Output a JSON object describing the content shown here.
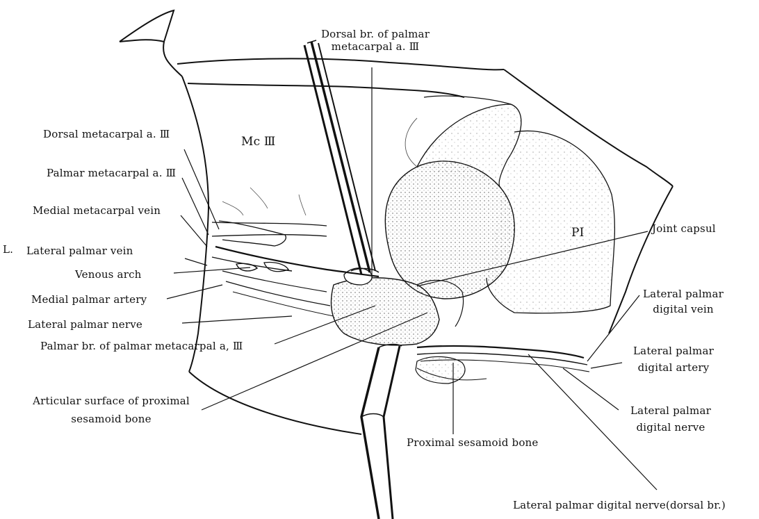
{
  "labels": {
    "dorsal_br_palmar_metacarpal_1": "Dorsal br. of palmar",
    "dorsal_br_palmar_metacarpal_2": "metacarpal a. Ⅲ",
    "mc3": "Mc Ⅲ",
    "p1": "PI",
    "dorsal_metacarpal": "Dorsal metacarpal a. Ⅲ",
    "palmar_metacarpal": "Palmar metacarpal a. Ⅲ",
    "medial_metacarpal_vein": "Medial metacarpal vein",
    "l_marker": "L.",
    "lateral_palmar_vein": "Lateral palmar vein",
    "venous_arch": "Venous arch",
    "medial_palmar_artery": "Medial palmar artery",
    "lateral_palmar_nerve": "Lateral palmar nerve",
    "palmar_br_palmar_metacarpal": "Palmar br. of palmar metacarpal a, Ⅲ",
    "articular_surface_1": "Articular surface of proximal",
    "articular_surface_2": "sesamoid bone",
    "proximal_sesamoid": "Proximal sesamoid bone",
    "joint_capsul": "Joint capsul",
    "lat_palmar_digital_vein_1": "Lateral palmar",
    "lat_palmar_digital_vein_2": "digital vein",
    "lat_palmar_digital_artery_1": "Lateral palmar",
    "lat_palmar_digital_artery_2": "digital artery",
    "lat_palmar_digital_nerve_1": "Lateral palmar",
    "lat_palmar_digital_nerve_2": "digital nerve",
    "lat_palmar_digital_nerve_dorsal": "Lateral palmar digital nerve(dorsal br.)"
  },
  "colors": {
    "ink": "#111111",
    "shade": "#9a9a9a",
    "light_shade": "#cfcfcf"
  }
}
